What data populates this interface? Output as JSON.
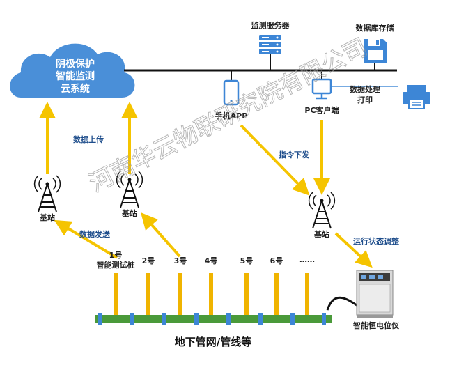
{
  "cloud": {
    "line1": "阴极保护",
    "line2": "智能监测",
    "line3": "云系统"
  },
  "server_label": "监测服务器",
  "database_label": "数据库存储",
  "phone_label": "手机APP",
  "pc_label": "PC客户端",
  "printer_label_1": "数据处理",
  "printer_label_2": "打印",
  "data_upload": "数据上传",
  "command_down": "指令下发",
  "data_send": "数据发送",
  "status_adjust": "运行状态调整",
  "base_station_1": "基站",
  "base_station_2": "基站",
  "base_station_3": "基站",
  "pile_labels": {
    "p1a": "1号",
    "p1b": "智能测试桩",
    "p2": "2号",
    "p3": "3号",
    "p4": "4号",
    "p5": "5号",
    "p6": "6号",
    "p7": "……"
  },
  "rectifier_label": "智能恒电位仪",
  "pipeline_label": "地下管网/管线等",
  "watermark": "河南华云物联研究院有限公司",
  "colors": {
    "arrow": "#f5c400",
    "cloud": "#4a8fd8",
    "icon": "#3d86d6",
    "bus": "#111111",
    "pipe": "#4a9a3a",
    "pile": "#f0b400"
  }
}
